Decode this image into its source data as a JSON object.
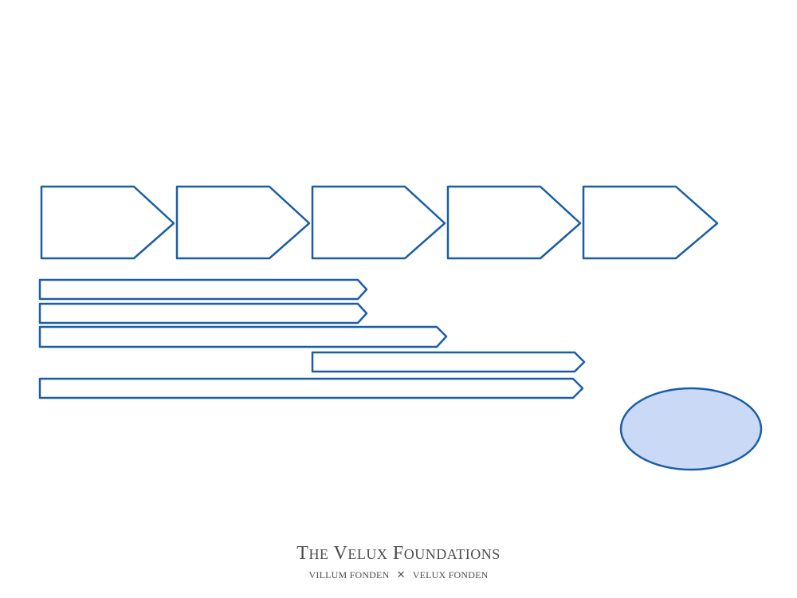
{
  "colors": {
    "stroke": "#1b5ea6",
    "shape_fill": "#ffffff",
    "ellipse_fill": "#c9d9f6",
    "logo_text": "#4d4d4d"
  },
  "footer": {
    "logo_line1_words": [
      {
        "cap": "T",
        "rest": "HE"
      },
      {
        "cap": "V",
        "rest": "ELUX"
      },
      {
        "cap": "F",
        "rest": "OUNDATIONS"
      }
    ],
    "logo_left": "VILLUM FONDEN",
    "logo_separator": "✕",
    "logo_right": "VELUX FONDEN"
  }
}
